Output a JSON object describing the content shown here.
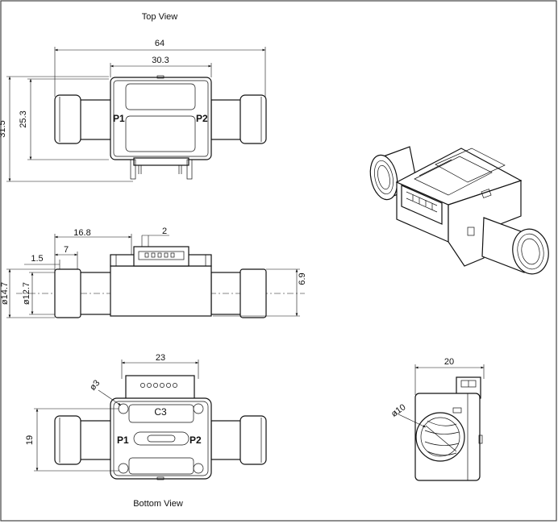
{
  "views": {
    "top": "Top View",
    "bottom": "Bottom View"
  },
  "ports": {
    "p1": "P1",
    "p2": "P2",
    "code": "C3"
  },
  "dims": {
    "top_width": "64",
    "top_body": "30.3",
    "top_total_h": "31.5",
    "top_body_h": "25.3",
    "side_offset": "16.8",
    "side_pitch": "2",
    "side_tube": "7",
    "side_tip": "1.5",
    "side_od": "ø14.7",
    "side_id": "ø12.7",
    "side_height": "6.9",
    "bottom_width": "23",
    "bottom_hole": "ø3",
    "bottom_h": "19",
    "end_width": "20",
    "end_bore": "ø10"
  },
  "colors": {
    "line": "#111111",
    "background": "#ffffff"
  }
}
